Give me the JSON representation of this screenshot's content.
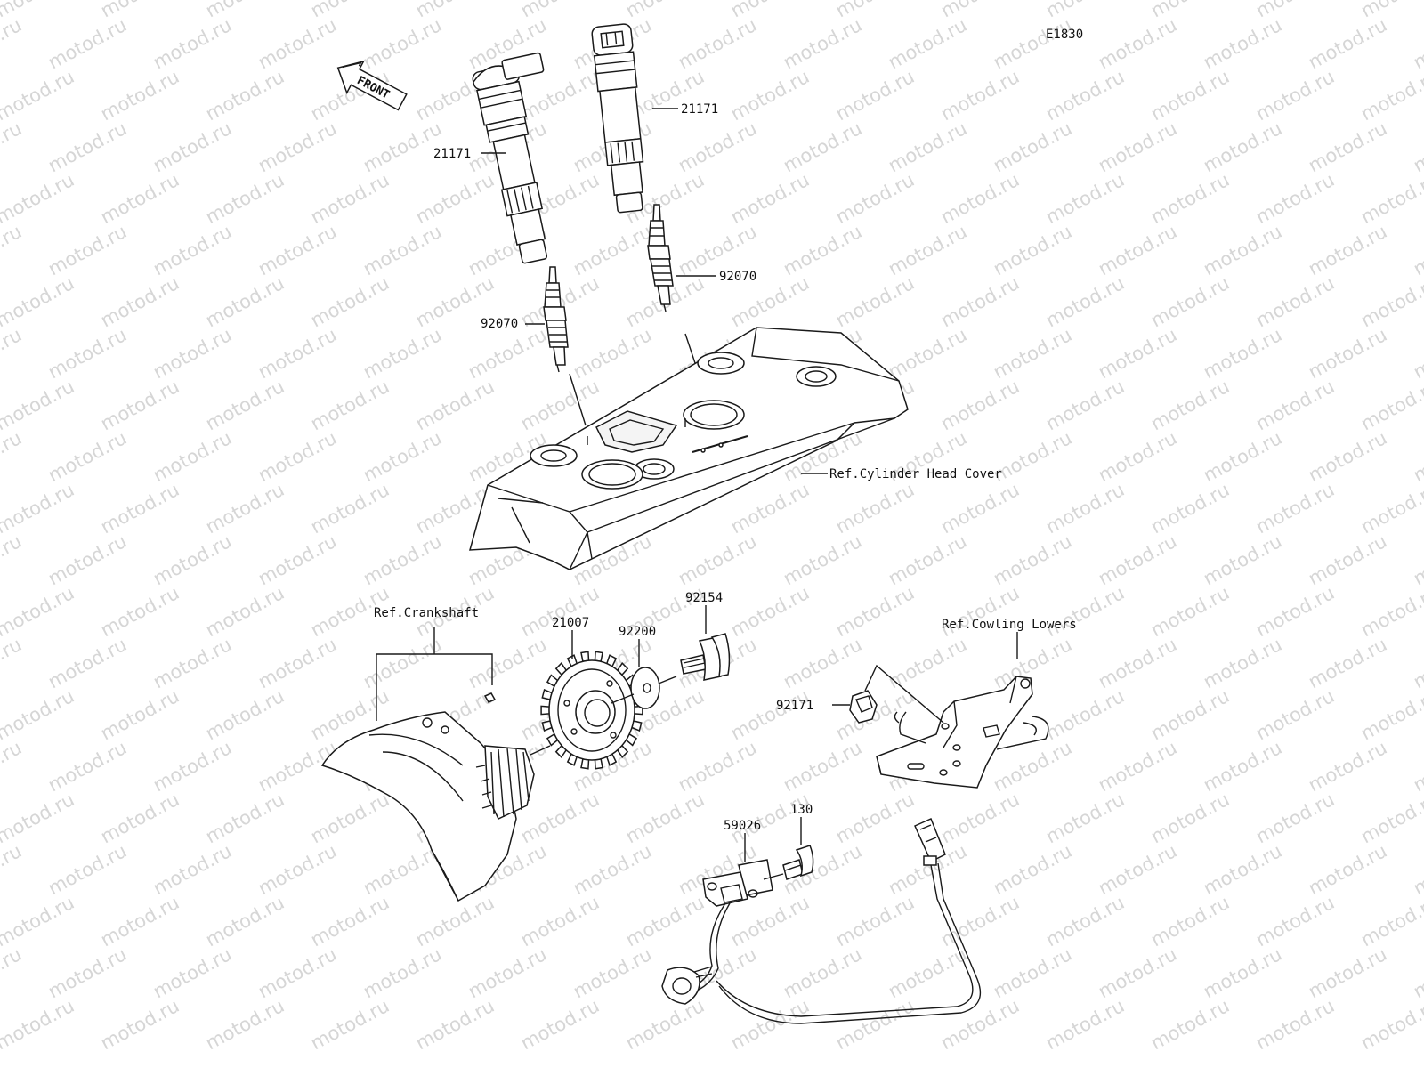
{
  "diagram_code": "E1830",
  "front_label": "FRONT",
  "watermark_text": "motod.ru",
  "colors": {
    "line": "#1a1a1a",
    "background": "#ffffff",
    "watermark": "#d6d6d6"
  },
  "parts": {
    "coil_left": "21171",
    "coil_right": "21171",
    "plug_left": "92070",
    "plug_right": "92070",
    "rotor": "21007",
    "washer": "92200",
    "bolt_rotor": "92154",
    "grommet": "92171",
    "pickup": "59026",
    "bolt_pickup": "130"
  },
  "references": {
    "head_cover": "Ref.Cylinder Head Cover",
    "crankshaft": "Ref.Crankshaft",
    "cowling": "Ref.Cowling Lowers"
  }
}
